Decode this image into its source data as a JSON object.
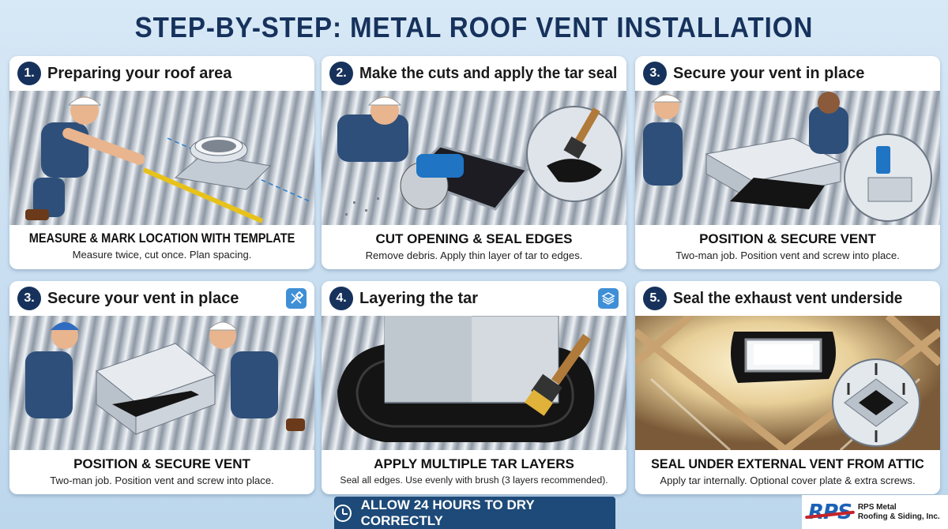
{
  "title": "STEP-BY-STEP: METAL ROOF VENT INSTALLATION",
  "cards": [
    {
      "number": "1.",
      "title": "Preparing your roof area",
      "caption_head": "MEASURE & MARK LOCATION WITH TEMPLATE",
      "caption_sub": "Measure twice, cut once. Plan spacing."
    },
    {
      "number": "2.",
      "title": "Make the cuts and apply the tar seal",
      "caption_head": "CUT OPENING & SEAL EDGES",
      "caption_sub": "Remove debris. Apply thin layer of tar to edges."
    },
    {
      "number": "3.",
      "title": "Secure your vent in place",
      "caption_head": "POSITION & SECURE VENT",
      "caption_sub": "Two-man job. Position vent and screw into place."
    },
    {
      "number": "3.",
      "title": "Secure your vent in place",
      "caption_head": "POSITION & SECURE VENT",
      "caption_sub": "Two-man job. Position vent and screw into place.",
      "icon": "tools-icon"
    },
    {
      "number": "4.",
      "title": "Layering the tar",
      "caption_head": "APPLY MULTIPLE TAR LAYERS",
      "caption_sub": "Seal all edges. Use evenly with brush (3 layers recommended).",
      "icon": "layers-icon"
    },
    {
      "number": "5.",
      "title": "Seal the exhaust vent underside",
      "caption_head": "SEAL UNDER EXTERNAL VENT FROM ATTIC",
      "caption_sub": "Apply tar internally. Optional cover plate & extra screws."
    }
  ],
  "banner": {
    "text": "ALLOW 24 HOURS TO DRY CORRECTLY",
    "icon": "clock-icon"
  },
  "logo": {
    "mark": "RPS",
    "line1": "RPS Metal",
    "line2": "Roofing & Siding, Inc."
  },
  "colors": {
    "title": "#16325c",
    "badge": "#16325c",
    "banner": "#1d4a78",
    "icon_accent": "#3f8fd6",
    "logo_blue": "#1c62b5",
    "logo_red": "#c4242b"
  }
}
